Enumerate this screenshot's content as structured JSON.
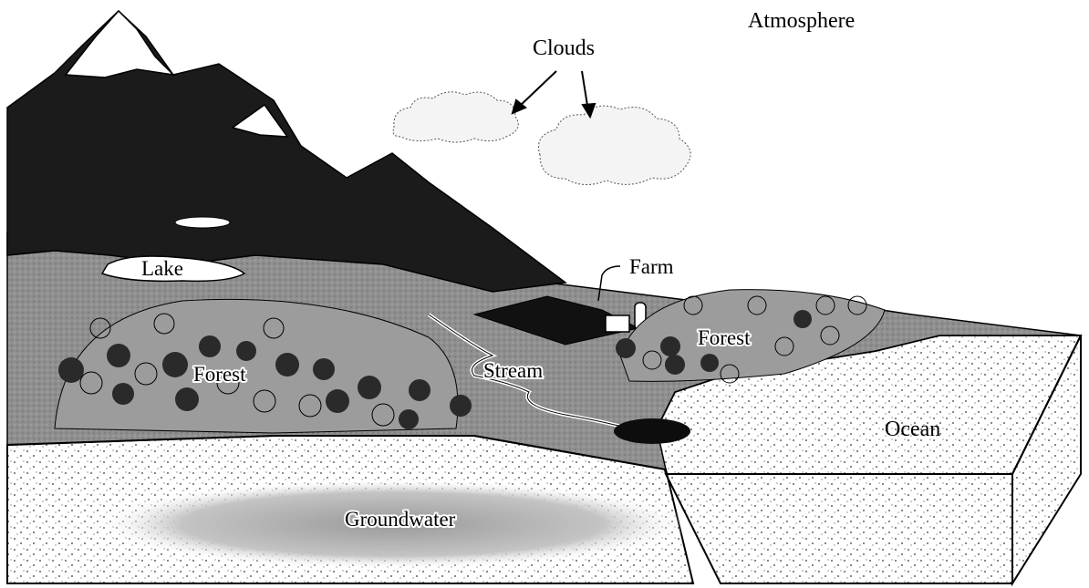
{
  "labels": {
    "atmosphere": "Atmosphere",
    "clouds": "Clouds",
    "lake": "Lake",
    "farm": "Farm",
    "forest_left": "Forest",
    "forest_right": "Forest",
    "stream": "Stream",
    "ocean": "Ocean",
    "groundwater": "Groundwater"
  },
  "colors": {
    "mountain": "#1b1b1b",
    "valley": "#8a8a8a",
    "forest_canopy": "#9c9c9c",
    "dark_tree": "#2a2a2a",
    "ground": "#ffffff",
    "groundwater": "#c8c8c8",
    "ocean": "#ffffff"
  }
}
